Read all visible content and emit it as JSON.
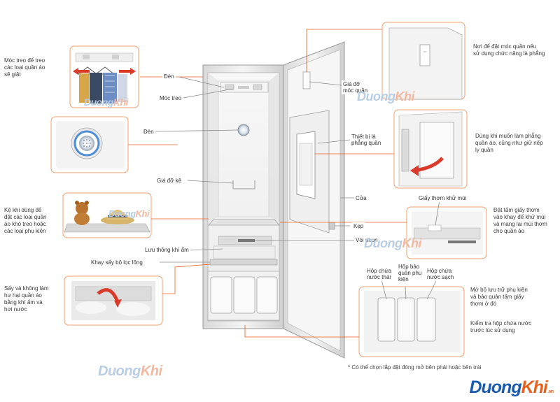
{
  "left_notes": {
    "hangers": "Móc treo để treo\ncác loại quần áo\nsẽ giặt",
    "shelf": "Kệ khi dùng để\nđặt các loại quần\náo khó treo hoặc\ncác loại phụ kiện",
    "dryer": "Sấy và không làm\như hại quần áo\nbằng khí ấm và\nhơi nước"
  },
  "right_notes": {
    "pants_hanger": "Nơi để đặt móc quần nếu\nsử dụng chức năng là phẳng",
    "press": "Dùng khi muốn làm phẳng\nquần áo, cũng như giữ nếp\nly quần",
    "aroma": "Đặt tấm giấy thơm\nvào khay để khử mùi\nvà mang lại mùi thơm\ncho quần áo",
    "storage": "Mở bộ lưu trữ phụ kiện\nvà bảo quản tấm giấy\nthơm ở đó",
    "check": "Kiểm tra hộp chứa nước\ntrước lúc sử dụng"
  },
  "labels": {
    "light_top": "Đèn",
    "hangers": "Móc treo",
    "light_mid": "Đèn",
    "shelf_holder": "Giá đỡ kệ",
    "pants_holder": "Giá đỡ\nmóc quần",
    "press_device": "Thiết bị là\nphẳng quần",
    "door": "Cửa",
    "clip": "Kẹp",
    "nozzle": "Vòi phun",
    "air_flow": "Lưu thông khí ẩm",
    "lint_filter": "Khay sấy bộ lọc lông",
    "aroma_pad": "Giấy thơm khử mùi",
    "waste_tank": "Hộp chứa\nnước thải",
    "accessory_box": "Hộp bảo\nquản phụ\nkiện",
    "clean_tank": "Hộp chứa\nnước sạch"
  },
  "footnote": "* Có thể chọn lắp đặt đóng mở bên phải hoặc bên trái",
  "watermark": {
    "part1": "Duong",
    "part2": "Khi"
  },
  "brand": {
    "part1": "Duong",
    "part2": "Khi",
    "suffix": ".vn"
  },
  "colors": {
    "accent": "#e8601c",
    "leader": "#e8601c",
    "line": "#8a8a8a",
    "panel_border": "#f0a070"
  },
  "icons": [
    "hanger-icon",
    "clothes-icon",
    "lamp-icon",
    "teddy-bear-icon",
    "hat-icon",
    "arrow-icon"
  ]
}
